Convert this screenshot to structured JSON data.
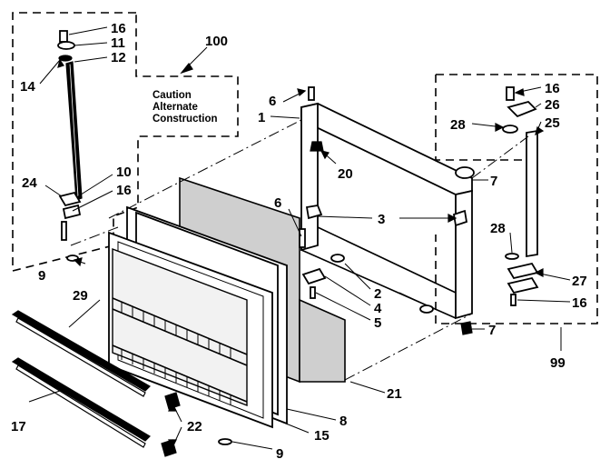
{
  "callouts": {
    "c1": "1",
    "c2": "2",
    "c3": "3",
    "c4": "4",
    "c5": "5",
    "c6a": "6",
    "c6b": "6",
    "c7a": "7",
    "c7b": "7",
    "c8": "8",
    "c9a": "9",
    "c9b": "9",
    "c10": "10",
    "c11": "11",
    "c12": "12",
    "c14": "14",
    "c15": "15",
    "c16a": "16",
    "c16b": "16",
    "c16c": "16",
    "c16d": "16",
    "c17": "17",
    "c20": "20",
    "c21": "21",
    "c22": "22",
    "c24": "24",
    "c25": "25",
    "c26": "26",
    "c27": "27",
    "c28a": "28",
    "c28b": "28",
    "c29": "29",
    "c99": "99",
    "c100": "100"
  },
  "note": {
    "line1": "Caution",
    "line2": "Alternate",
    "line3": "Construction"
  }
}
